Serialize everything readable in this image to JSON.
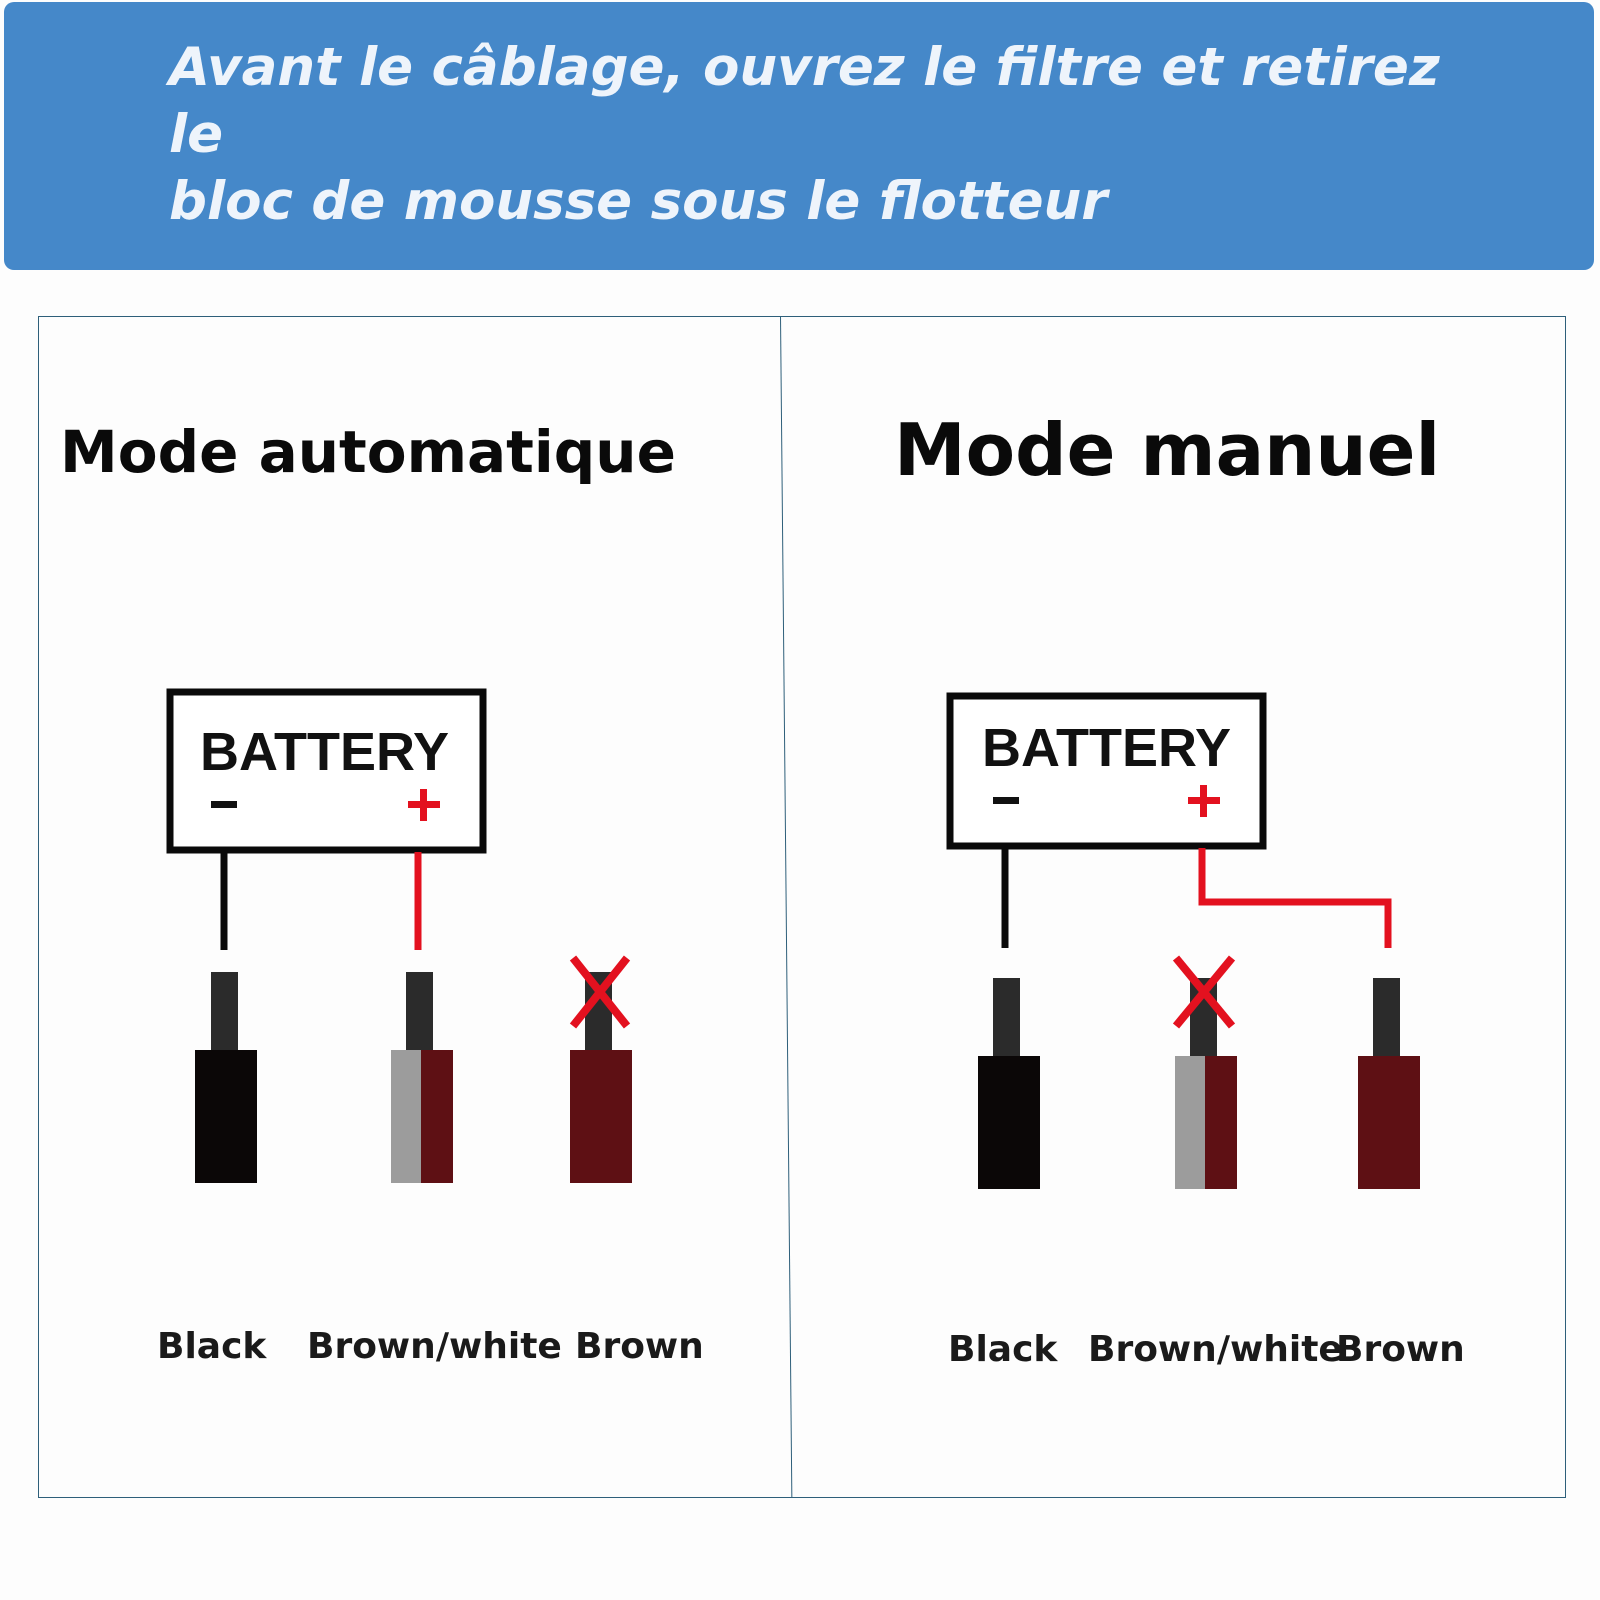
{
  "banner": {
    "line1": "Avant le câblage, ouvrez le filtre et retirez le",
    "line2": "bloc de mousse sous le flotteur"
  },
  "panels": {
    "auto": {
      "title": "Mode automatique",
      "battery_label": "BATTERY",
      "minus": "−",
      "plus": "+",
      "wires": {
        "black": "Black",
        "brown_white": "Brown/white",
        "brown": "Brown"
      }
    },
    "manual": {
      "title": "Mode manuel",
      "battery_label": "BATTERY",
      "minus": "−",
      "plus": "+",
      "wires": {
        "black": "Black",
        "brown_white": "Brown/white",
        "brown": "Brown"
      }
    }
  },
  "colors": {
    "banner": "#4588c9",
    "wire_black": "#0b0707",
    "wire_brown": "#5e1014",
    "wire_white": "#9c9c9c",
    "connector_tip": "#2b2b2b",
    "red": "#e3111f"
  }
}
